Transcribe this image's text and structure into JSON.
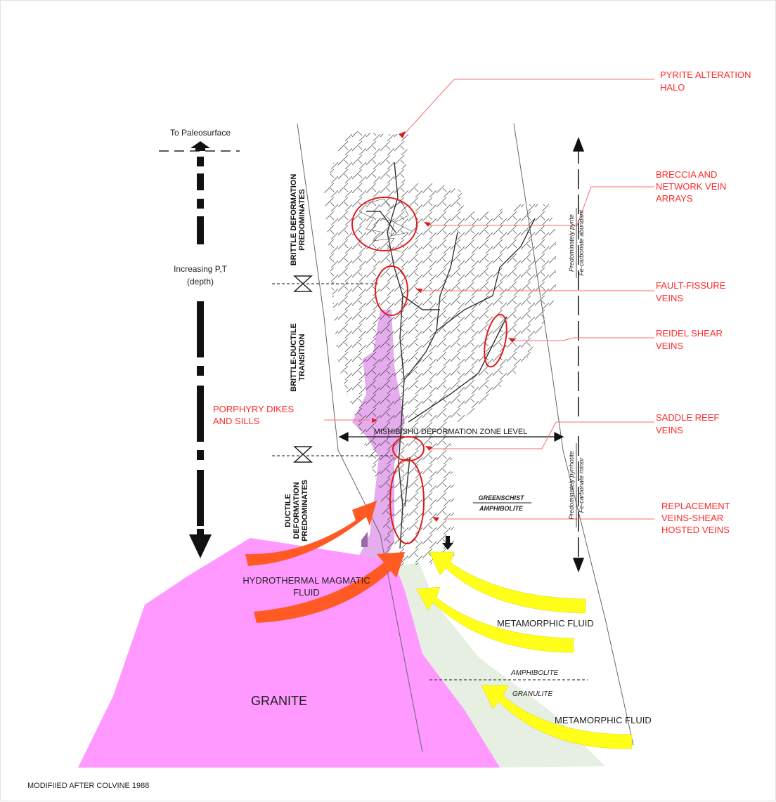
{
  "paleosurface_label": "To Paleosurface",
  "pressure_label_1": "Increasing P,T",
  "pressure_label_2": "(depth)",
  "zones": {
    "brittle_1": "BRITTLE DEFORMATION",
    "brittle_2": "PREDOMINATES",
    "transition_1": "BRITTLE-DUCTILE",
    "transition_2": "TRANSITION",
    "ductile_1": "DUCTILE",
    "ductile_2": "DEFORMATION",
    "ductile_3": "PREDOMINATES"
  },
  "right_scale": {
    "upper_1": "Predominately pyrite",
    "upper_2": "Fe-carbonate abundant",
    "lower_1": "Predominately pyrrhotite",
    "lower_2": "Fe-carbonate minor"
  },
  "zone_level_label": "MISHIBISHU DEFORMATION ZONE LEVEL",
  "greenschist_label": "GREENSCHIST",
  "amphibolite_label_small": "AMPHIBOLITE",
  "callouts": {
    "pyrite_1": "PYRITE ALTERATION",
    "pyrite_2": "HALO",
    "breccia_1": "BRECCIA AND",
    "breccia_2": "NETWORK VEIN",
    "breccia_3": "ARRAYS",
    "fault_1": "FAULT-FISSURE",
    "fault_2": "VEINS",
    "reidel_1": "REIDEL SHEAR",
    "reidel_2": "VEINS",
    "porphyry_1": "PORPHYRY DIKES",
    "porphyry_2": "AND SILLS",
    "saddle_1": "SADDLE REEF",
    "saddle_2": "VEINS",
    "replacement_1": "REPLACEMENT",
    "replacement_2": "VEINS-SHEAR",
    "replacement_3": "HOSTED VEINS"
  },
  "hydro_label_1": "HYDROTHERMAL MAGMATIC",
  "hydro_label_2": "FLUID",
  "metamorphic_label_1": "METAMORPHIC FLUID",
  "metamorphic_label_2": "METAMORPHIC FLUID",
  "amphibolite_label": "AMPHIBOLITE",
  "granulite_label": "GRANULITE",
  "granite_label": "GRANITE",
  "footer": "MODIFIIED AFTER COLVINE 1988",
  "colors": {
    "granite": "#ff99ff",
    "porphyry": "#e2a3ec",
    "metamorphic_zone": "#e6efe2",
    "hydro_arrow": "#ff5a24",
    "meta_arrow": "#ffff1a",
    "callout_text": "#ff2a2a"
  }
}
